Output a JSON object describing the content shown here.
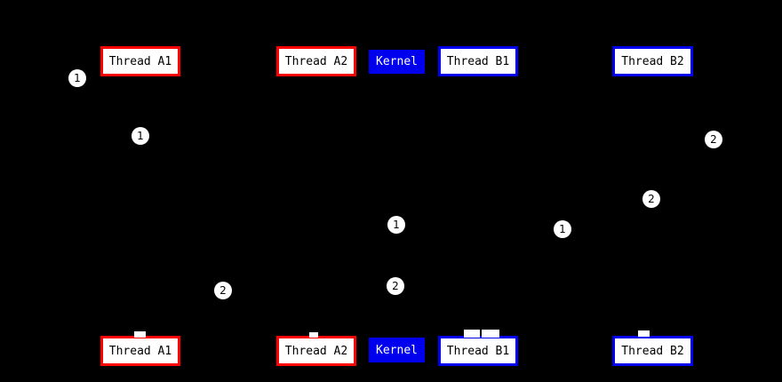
{
  "diagram": {
    "type": "sequence-diagram",
    "description_colors": {
      "background": "#000000",
      "thread_a_border": "#ff0000",
      "thread_b_border": "#0000ee",
      "kernel_fill": "#0000ee",
      "box_fill": "#ffffff",
      "box_text": "#000000",
      "kernel_text": "#ffffff",
      "marker_fill": "#ffffff",
      "marker_text": "#000000"
    },
    "actors_top": [
      {
        "label": "Thread A1"
      },
      {
        "label": "Thread A2"
      },
      {
        "label": "Kernel"
      },
      {
        "label": "Thread B1"
      },
      {
        "label": "Thread B2"
      }
    ],
    "actors_bottom": [
      {
        "label": "Thread A1"
      },
      {
        "label": "Thread A2"
      },
      {
        "label": "Kernel"
      },
      {
        "label": "Thread B1"
      },
      {
        "label": "Thread B2"
      }
    ],
    "markers": [
      {
        "label": "1"
      },
      {
        "label": "1"
      },
      {
        "label": "2"
      },
      {
        "label": "2"
      },
      {
        "label": "1"
      },
      {
        "label": "1"
      },
      {
        "label": "2"
      },
      {
        "label": "2"
      }
    ]
  }
}
